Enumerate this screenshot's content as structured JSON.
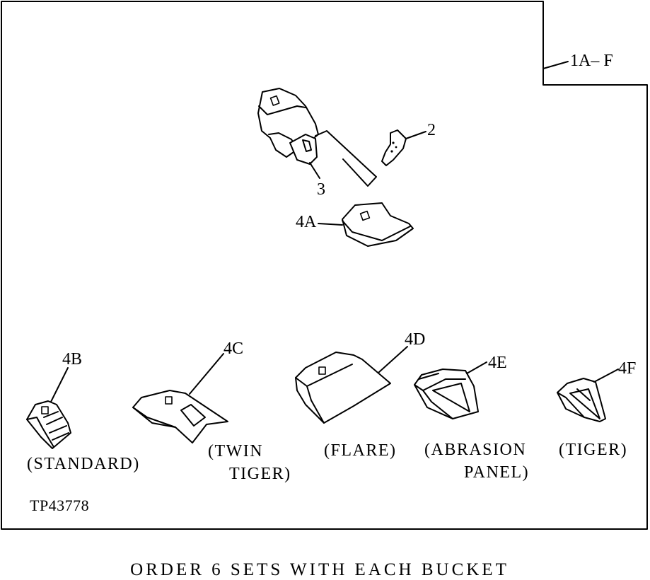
{
  "callouts": {
    "assembly": "1A– F",
    "lock": "2",
    "adapter": "3",
    "tip_4a": "4A",
    "tip_4b": "4B",
    "tip_4c": "4C",
    "tip_4d": "4D",
    "tip_4e": "4E",
    "tip_4f": "4F"
  },
  "captions": {
    "standard": "(STANDARD)",
    "twin_line1": "(TWIN",
    "twin_line2": "TIGER)",
    "flare": "(FLARE)",
    "abrasion_line1": "(ABRASION",
    "abrasion_line2": "PANEL)",
    "tiger": "(TIGER)"
  },
  "reference": "TP43778",
  "footer": "ORDER 6 SETS WITH EACH BUCKET"
}
